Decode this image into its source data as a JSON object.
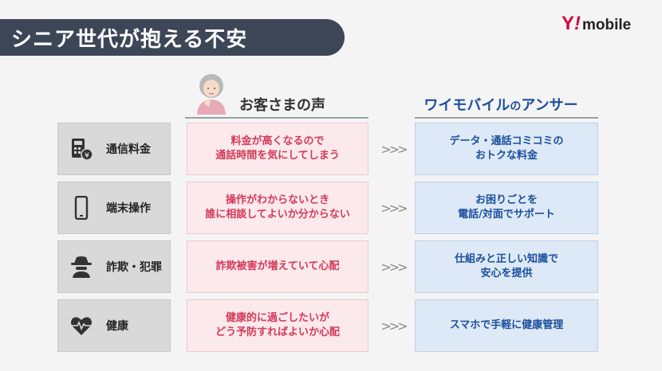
{
  "title": "シニア世代が抱える不安",
  "logo": {
    "y": "Y",
    "bang": "!",
    "mobile": "mobile"
  },
  "headers": {
    "left": "お客さまの声",
    "right_main": "ワイモバイル",
    "right_no": "の",
    "right_tail": "アンサー"
  },
  "arrow": ">>>",
  "rows": [
    {
      "category": "通信料金",
      "icon": "calculator-yen-icon",
      "voice": [
        "料金が高くなるので",
        "通話時間を気にしてしまう"
      ],
      "answer": [
        "データ・通話コミコミの",
        "おトクな料金"
      ]
    },
    {
      "category": "端末操作",
      "icon": "smartphone-icon",
      "voice": [
        "操作がわからないとき",
        "誰に相談してよいか分からない"
      ],
      "answer": [
        "お困りごとを",
        "電話/対面でサポート"
      ]
    },
    {
      "category": "詐欺・犯罪",
      "icon": "spy-icon",
      "voice": [
        "詐欺被害が増えていて心配"
      ],
      "answer": [
        "仕組みと正しい知識で",
        "安心を提供"
      ]
    },
    {
      "category": "健康",
      "icon": "heart-pulse-icon",
      "voice": [
        "健康的に過ごしたいが",
        "どう予防すればよいか心配"
      ],
      "answer": [
        "スマホで手軽に健康管理"
      ]
    }
  ],
  "colors": {
    "title_bg": "#3d4657",
    "voice_text": "#d33a58",
    "answer_text": "#1b4f9c",
    "logo_red": "#d9003d"
  }
}
